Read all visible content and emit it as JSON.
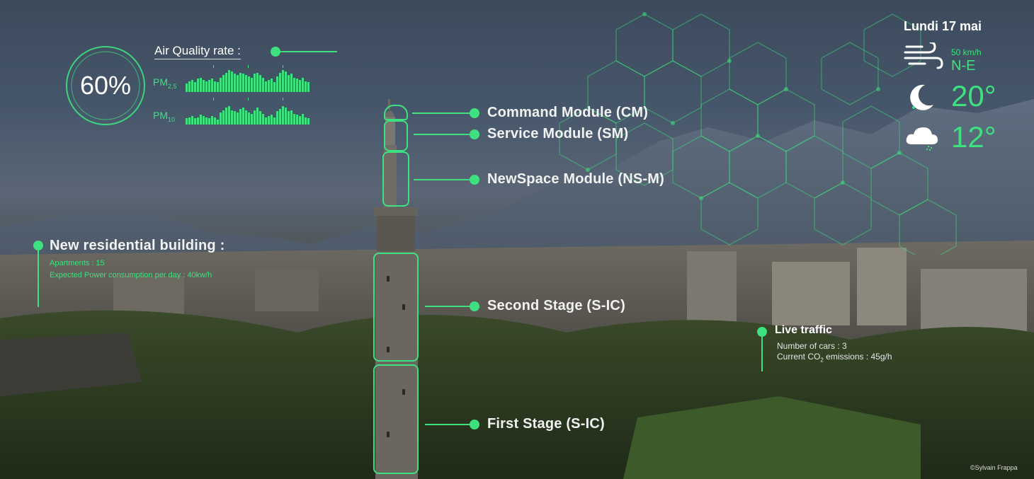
{
  "air_quality": {
    "percent": "60%",
    "title": "Air Quality rate :",
    "pm25_label": "PM",
    "pm25_sub": "2,5",
    "pm10_label": "PM",
    "pm10_sub": "10",
    "pm25_values": [
      0.35,
      0.45,
      0.5,
      0.4,
      0.55,
      0.6,
      0.5,
      0.45,
      0.5,
      0.55,
      0.45,
      0.4,
      0.6,
      0.7,
      0.8,
      0.9,
      0.85,
      0.75,
      0.7,
      0.8,
      0.75,
      0.7,
      0.65,
      0.6,
      0.75,
      0.8,
      0.7,
      0.6,
      0.45,
      0.5,
      0.55,
      0.4,
      0.65,
      0.8,
      0.9,
      0.85,
      0.7,
      0.75,
      0.6,
      0.55,
      0.5,
      0.6,
      0.45,
      0.4
    ],
    "pm10_values": [
      0.25,
      0.3,
      0.35,
      0.25,
      0.3,
      0.4,
      0.35,
      0.3,
      0.25,
      0.35,
      0.3,
      0.2,
      0.5,
      0.6,
      0.7,
      0.75,
      0.6,
      0.55,
      0.5,
      0.65,
      0.7,
      0.6,
      0.5,
      0.45,
      0.6,
      0.7,
      0.55,
      0.45,
      0.3,
      0.35,
      0.4,
      0.3,
      0.55,
      0.65,
      0.75,
      0.7,
      0.55,
      0.6,
      0.45,
      0.4,
      0.35,
      0.45,
      0.3,
      0.25
    ]
  },
  "building": {
    "title": "New residential building :",
    "line1": "Apartments : 15",
    "line2": "Expected Power consumption per day : 40kw/h"
  },
  "modules": {
    "cm": "Command Module (CM)",
    "sm": "Service Module (SM)",
    "nsm": "NewSpace Module (NS-M)",
    "second": "Second Stage (S-IC)",
    "first": "First Stage (S-IC)"
  },
  "weather": {
    "date": "Lundi 17 mai",
    "wind_speed": "50 km/h",
    "wind_dir": "N-E",
    "night_temp": "20°",
    "rain_temp": "12°",
    "icons": [
      "wind-icon",
      "moon-icon",
      "rain-cloud-icon"
    ]
  },
  "traffic": {
    "title": "Live traffic",
    "cars": "Number of cars : 3",
    "co2_prefix": "Current CO",
    "co2_sub": "2",
    "co2_suffix": " emissions : 45g/h"
  },
  "credit": "©Sylvain Frappa",
  "colors": {
    "accent": "#3ee07f"
  }
}
